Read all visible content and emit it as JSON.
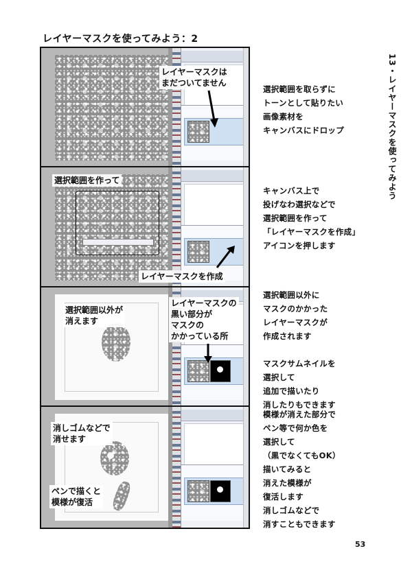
{
  "page_title": "レイヤーマスクを使ってみよう：2",
  "chapter_title": "13・レイヤーマスクを使ってみよう",
  "page_number": "53",
  "panels": [
    {
      "callout": "レイヤーマスクは\nまだついてません",
      "description": "選択範囲を取らずに\nトーンとして貼りたい\n画像素材を\nキャンバスにドロップ"
    },
    {
      "callout_top": "選択範囲を作って",
      "callout_bottom": "レイヤーマスクを作成",
      "description": "キャンバス上で\n投げなわ選択などで\n選択範囲を作って\n「レイヤーマスクを作成」\nアイコンを押します"
    },
    {
      "callout_left": "選択範囲以外が\n消えます",
      "callout_right": "レイヤーマスクの\n黒い部分が\nマスクの\nかかっている所",
      "description": "選択範囲以外に\nマスクのかかった\nレイヤーマスクが\n作成されます\n\nマスクサムネイルを\n選択して\n追加で描いたり\n消したりもできます"
    },
    {
      "callout_top": "消しゴムなどで\n消せます",
      "callout_bottom": "ペンで描くと\n模様が復活",
      "description": "模様が消えた部分で\nペン等で何か色を\n選択して\n（黒でなくてもOK）\n描いてみると\n消えた模様が\n復活します\n消しゴムなどで\n消すこともできます"
    }
  ]
}
